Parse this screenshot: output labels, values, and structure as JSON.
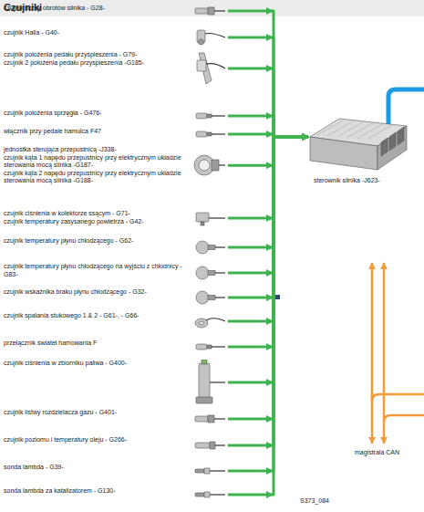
{
  "diagram": {
    "title": "Czujniki",
    "nodes": [
      {
        "text": [
          "czujnik liczby obrotów silnika - G28-"
        ]
      },
      {
        "text": [
          "czujnik Halla - G40-"
        ]
      },
      {
        "text": [
          "czujnik położenia pedału przyspieszenia - G79-",
          "czujnik 2 położenia pedału przyspieszenia -G185-"
        ]
      },
      {
        "text": [
          "czujnik położenia sprzęgła - G476-"
        ]
      },
      {
        "text": [
          "włącznik przy pedale hamulca F47"
        ]
      },
      {
        "text": [
          "jednostka sterująca przepustnicą -J338-",
          "czujnik kąta 1 napędu przepustnicy przy elektrycznym układzie sterowania mocą silnika -G187-",
          "czujnik kąta 2 napędu przepustnicy przy elektrycznym układzie sterowania mocą silnika -G188-"
        ]
      },
      {
        "text": [
          "czujnik ciśnienia w kolektorze ssącym - G71-",
          "czujnik temperatury zasysanego powietrza - G42-"
        ]
      },
      {
        "text": [
          "czujnik temperatury płynu chłodzącego - G62-"
        ]
      },
      {
        "text": [
          "czujnik temperatury płynu chłodzącego na wyjściu z chłodnicy - G83-"
        ]
      },
      {
        "text": [
          "czujnik wskaźnika braku płynu chłodzącego - G32-"
        ]
      },
      {
        "text": [
          "czujnik spalania stukowego 1 & 2 - G61-, - G66-"
        ]
      },
      {
        "text": [
          "przełącznik świateł hamowania F"
        ]
      },
      {
        "text": [
          "czujnik ciśnienia w zbiorniku paliwa - G400-"
        ]
      },
      {
        "text": [
          "czujnik listwy rozdzielacza gazu - G401-"
        ]
      },
      {
        "text": [
          "czujnik poziomu i temperatury oleju - G266-"
        ]
      },
      {
        "text": [
          "sonda lambda - G39-"
        ]
      },
      {
        "text": [
          "sonda lambda za katalizatorem - G130-"
        ]
      },
      {
        "text": [
          "sterownik silnika -J623-"
        ]
      }
    ],
    "edges": [
      {
        "from": 0,
        "to": 17,
        "arrow": "to"
      },
      {
        "from": 1,
        "to": 17,
        "arrow": "to"
      },
      {
        "from": 2,
        "to": 17,
        "arrow": "to"
      },
      {
        "from": 3,
        "to": 17,
        "arrow": "to"
      },
      {
        "from": 4,
        "to": 17,
        "arrow": "to"
      },
      {
        "from": 5,
        "to": 17,
        "arrow": "to"
      },
      {
        "from": 6,
        "to": 17,
        "arrow": "to"
      },
      {
        "from": 7,
        "to": 17,
        "arrow": "to"
      },
      {
        "from": 8,
        "to": 17,
        "arrow": "to"
      },
      {
        "from": 9,
        "to": 17,
        "arrow": "to"
      },
      {
        "from": 10,
        "to": 17,
        "arrow": "to"
      },
      {
        "from": 11,
        "to": 17,
        "arrow": "to"
      },
      {
        "from": 12,
        "to": 17,
        "arrow": "to"
      },
      {
        "from": 13,
        "to": 17,
        "arrow": "to"
      },
      {
        "from": 14,
        "to": 17,
        "arrow": "to"
      },
      {
        "from": 15,
        "to": 17,
        "arrow": "to"
      },
      {
        "from": 16,
        "to": 17,
        "arrow": "to"
      }
    ],
    "labels": [
      "magistrala CAN",
      "S373_084"
    ]
  }
}
